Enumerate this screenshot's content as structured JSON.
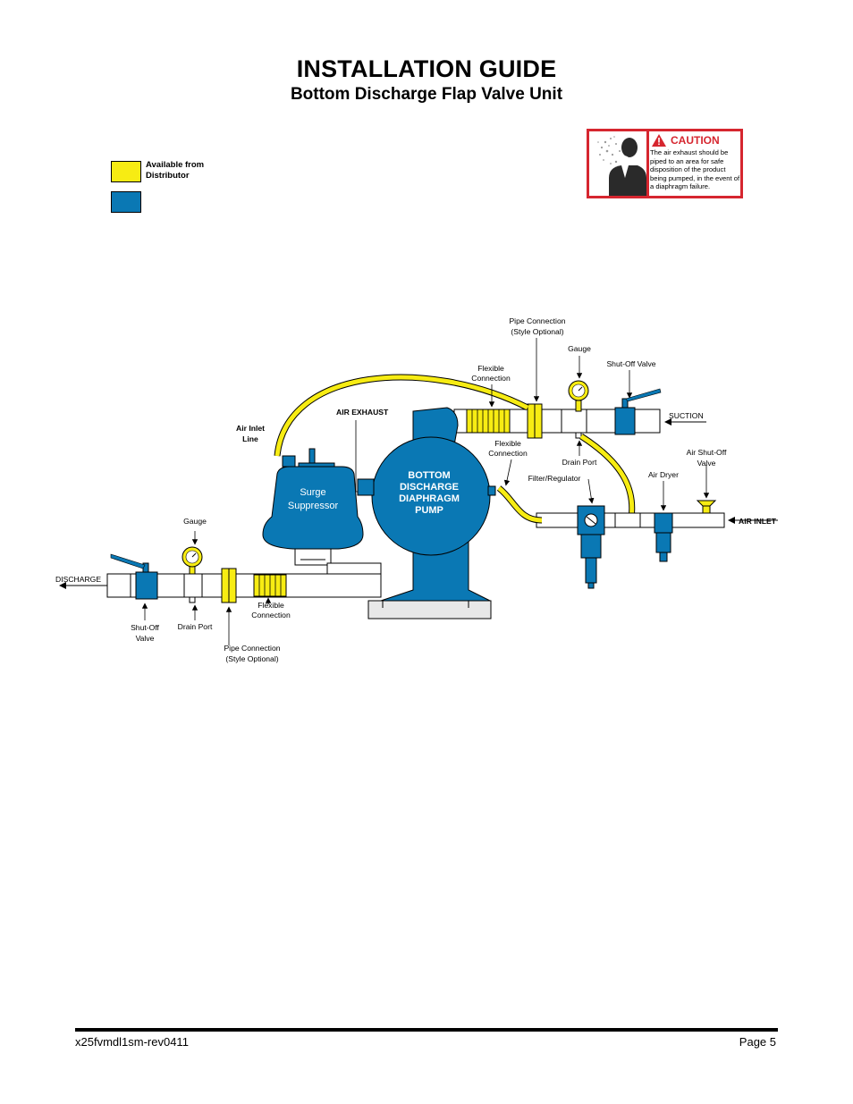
{
  "header": {
    "title": "INSTALLATION GUIDE",
    "subtitle": "Bottom Discharge Flap Valve Unit"
  },
  "legend": {
    "items": [
      {
        "label": "Available from\nDistributor",
        "color": "#f7ec13"
      },
      {
        "label": "",
        "color": "#0a78b4"
      }
    ]
  },
  "caution": {
    "heading": "CAUTION",
    "text": "The air exhaust should be piped to an area for safe disposition of the product being pumped, in the event of a diaphragm failure.",
    "color": "#d6262f"
  },
  "diagram": {
    "pump": [
      "BOTTOM",
      "DISCHARGE",
      "DIAPHRAGM",
      "PUMP"
    ],
    "suppressor": [
      "Surge",
      "Suppressor"
    ],
    "labels": {
      "pipe_connection_top": [
        "Pipe Connection",
        "(Style Optional)"
      ],
      "gauge_top": "Gauge",
      "shutoff_top": "Shut-Off Valve",
      "flexible_top": [
        "Flexible",
        "Connection"
      ],
      "suction": "SUCTION",
      "air_exhaust": "AIR EXHAUST",
      "air_inlet_line": [
        "Air Inlet",
        "Line"
      ],
      "flexible_mid": [
        "Flexible",
        "Connection"
      ],
      "drain_port_top": "Drain Port",
      "air_shutoff": [
        "Air Shut-Off",
        "Valve"
      ],
      "filter_regulator": "Filter/Regulator",
      "air_dryer": "Air Dryer",
      "air_inlet": "AIR INLET",
      "gauge_left": "Gauge",
      "discharge": "DISCHARGE",
      "shutoff_bottom": [
        "Shut-Off",
        "Valve"
      ],
      "drain_port_bottom": "Drain Port",
      "flexible_bottom": [
        "Flexible",
        "Connection"
      ],
      "pipe_connection_bottom": [
        "Pipe Connection",
        "(Style Optional)"
      ]
    },
    "colors": {
      "blue": "#0a78b4",
      "yellow": "#f7ec13"
    }
  },
  "footer": {
    "doc_id": "x25fvmdl1sm-rev0411",
    "page": "Page 5"
  }
}
